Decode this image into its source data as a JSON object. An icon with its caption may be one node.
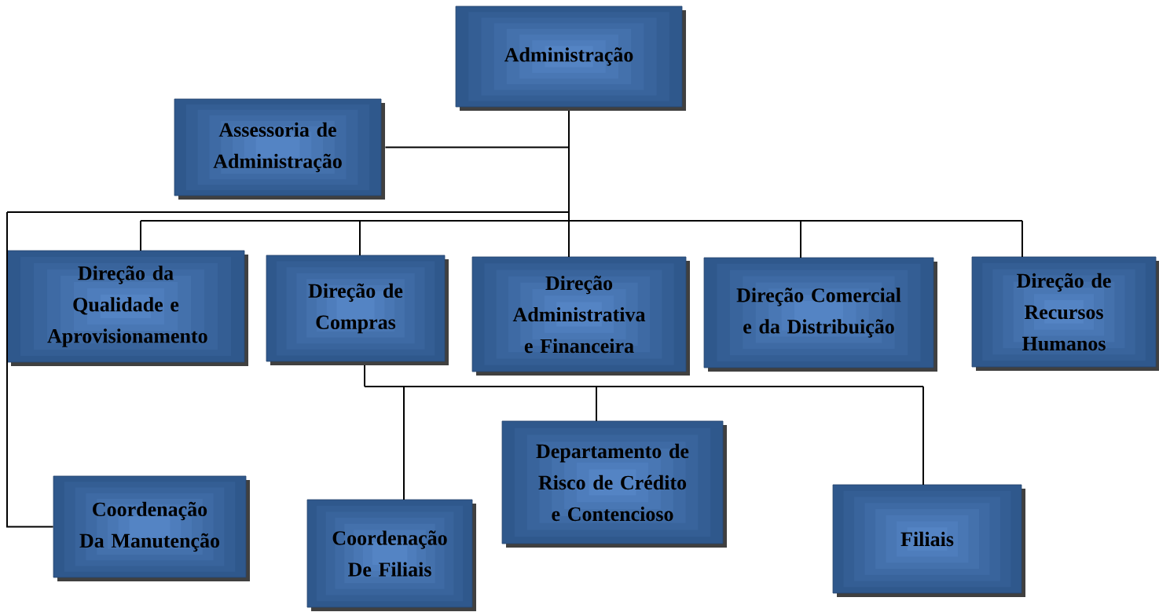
{
  "diagram": {
    "nodes": [
      {
        "text": [
          "Administração"
        ]
      },
      {
        "text": [
          "Assessoria de Administração"
        ]
      },
      {
        "text": [
          "Direção da Qualidade e Aprovisionamento"
        ]
      },
      {
        "text": [
          "Direção de Compras"
        ]
      },
      {
        "text": [
          "Direção Administrativa e Financeira"
        ]
      },
      {
        "text": [
          "Direção Comercial e da Distribuição"
        ]
      },
      {
        "text": [
          "Direção de Recursos Humanos"
        ]
      },
      {
        "text": [
          "Coordenação Da Manutenção"
        ]
      },
      {
        "text": [
          "Coordenação De Filiais"
        ]
      },
      {
        "text": [
          "Departamento de Risco de Crédito e Contencioso"
        ]
      },
      {
        "text": [
          "Filiais"
        ]
      }
    ],
    "edges": [
      {
        "from": 0,
        "to": 1,
        "arrow": "none"
      },
      {
        "from": 0,
        "to": 2,
        "arrow": "none"
      },
      {
        "from": 0,
        "to": 3,
        "arrow": "none"
      },
      {
        "from": 0,
        "to": 4,
        "arrow": "none"
      },
      {
        "from": 0,
        "to": 5,
        "arrow": "none"
      },
      {
        "from": 0,
        "to": 6,
        "arrow": "none"
      },
      {
        "from": 0,
        "to": 7,
        "arrow": "none"
      },
      {
        "from": 3,
        "to": 8,
        "arrow": "none"
      },
      {
        "from": 3,
        "to": 9,
        "arrow": "none"
      },
      {
        "from": 3,
        "to": 10,
        "arrow": "none"
      }
    ]
  }
}
